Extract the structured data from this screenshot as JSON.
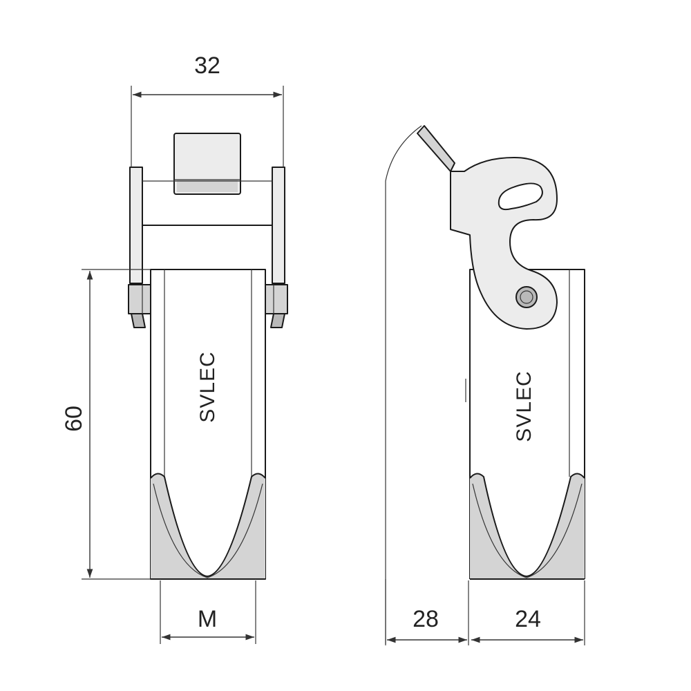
{
  "dimensions": {
    "front_width": "32",
    "front_height": "60",
    "front_thread": "M",
    "side_latch_depth": "28",
    "side_body_depth": "24"
  },
  "brand": {
    "front_label": "SVLEC",
    "side_label": "SVLEC"
  },
  "colors": {
    "line": "#1a1a1a",
    "shade": "#d4d4d4",
    "background": "#ffffff"
  }
}
